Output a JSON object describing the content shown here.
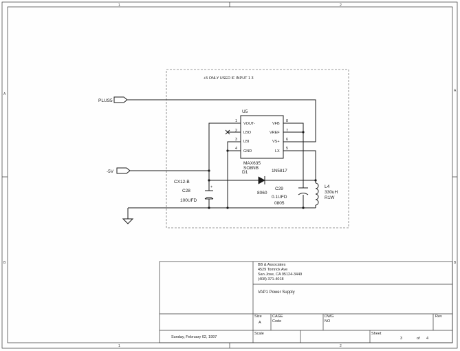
{
  "zones": {
    "top": [
      "1",
      "2"
    ],
    "side": [
      "A",
      "B"
    ]
  },
  "note": "+5 ONLY USED IF INPUT 1 3",
  "ports": {
    "plus5": "PLUS5",
    "minus5": "-5V"
  },
  "ic": {
    "ref": "U5",
    "part": "MAX635",
    "pkg": "SO8NB",
    "left_pins": [
      {
        "num": "1",
        "name": "VOUT-"
      },
      {
        "num": "2",
        "name": "LBO"
      },
      {
        "num": "3",
        "name": "LBI"
      },
      {
        "num": "4",
        "name": "GND"
      }
    ],
    "right_pins": [
      {
        "num": "8",
        "name": "VFB"
      },
      {
        "num": "7",
        "name": "VREF"
      },
      {
        "num": "6",
        "name": "VS+"
      },
      {
        "num": "5",
        "name": "LX"
      }
    ]
  },
  "diode": {
    "ref": "D1",
    "part": "1N5817"
  },
  "cap_c28": {
    "type": "CX12-B",
    "ref": "C28",
    "value": "100UFD",
    "polarity": "+"
  },
  "cap_c29": {
    "ref": "C29",
    "pkg": "8060",
    "value": "0.1UFD",
    "size": "0805"
  },
  "inductor": {
    "ref": "L4",
    "value": "330uH",
    "power": "R1W"
  },
  "title_block": {
    "company": [
      "BB & Associates",
      "4529 Tomrick Ave",
      "San Jose, CA 95124-3449",
      "(408) 371-4018"
    ],
    "title": "VAP1 Power Supply",
    "size_label": "Size",
    "size_value": "A",
    "cage_label": "CAGE",
    "code_label": "Code",
    "dwg_label": "DWG",
    "no_label": "NO",
    "rev_label": "Rev",
    "date": "Sunday, February 02, 1997",
    "scale_label": "Scale",
    "sheet_label": "Sheet",
    "sheet_num": "3",
    "of_label": "of",
    "sheet_total": "4"
  }
}
